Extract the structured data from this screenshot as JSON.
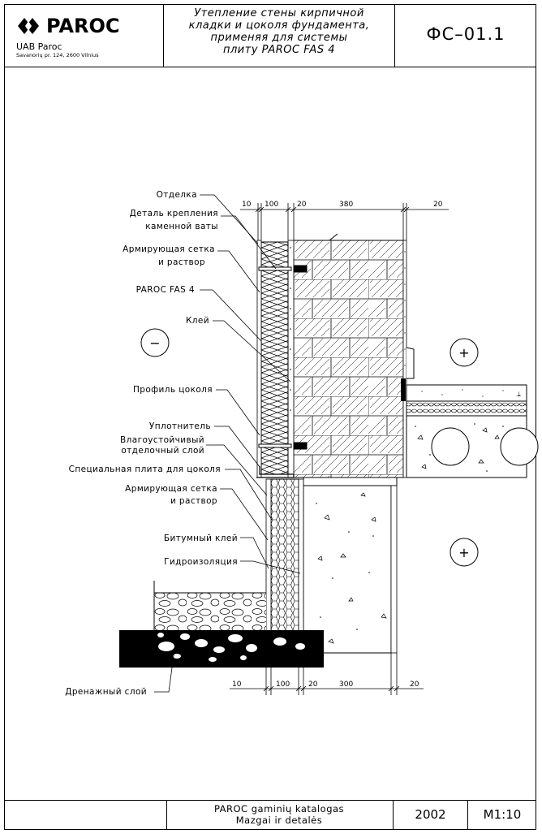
{
  "header": {
    "company_brand": "PAROC",
    "company_name": "UAB Paroc",
    "company_address": "Savanorių pr. 124, 2600 Vilnius",
    "title_lines": [
      "Утепление стены кирпичной",
      "кладки и цоколя фундамента,",
      "применяя для системы",
      "плиту PAROC FAS 4"
    ],
    "drawing_code": "ФС–01.1"
  },
  "footer": {
    "catalog_line1": "PAROC gaminių katalogas",
    "catalog_line2": "Mazgai ir detalės",
    "year": "2002",
    "scale": "M1:10"
  },
  "drawing": {
    "labels": {
      "finish": "Отделка",
      "fastener_1": "Деталь крепления",
      "fastener_2": "каменной ваты",
      "mesh_1": "Армирующая сетка",
      "mesh_2": "и раствор",
      "paroc": "PAROC FAS 4",
      "glue": "Клей",
      "plinth_profile": "Профиль цоколя",
      "sealant": "Уплотнитель",
      "moisture_1": "Влагоустойчивый",
      "moisture_2": "отделочный слой",
      "special_board": "Специальная плита для цоколя",
      "mesh2_1": "Армирующая сетка",
      "mesh2_2": "и раствор",
      "bitumen": "Битумный клей",
      "waterproof": "Гидроизоляция",
      "drainage": "Дренажный слой"
    },
    "top_dims": [
      "10",
      "100",
      "20",
      "380",
      "20"
    ],
    "bottom_dims": [
      "10",
      "100",
      "20",
      "300",
      "20"
    ],
    "minus": "−",
    "plus": "+"
  }
}
